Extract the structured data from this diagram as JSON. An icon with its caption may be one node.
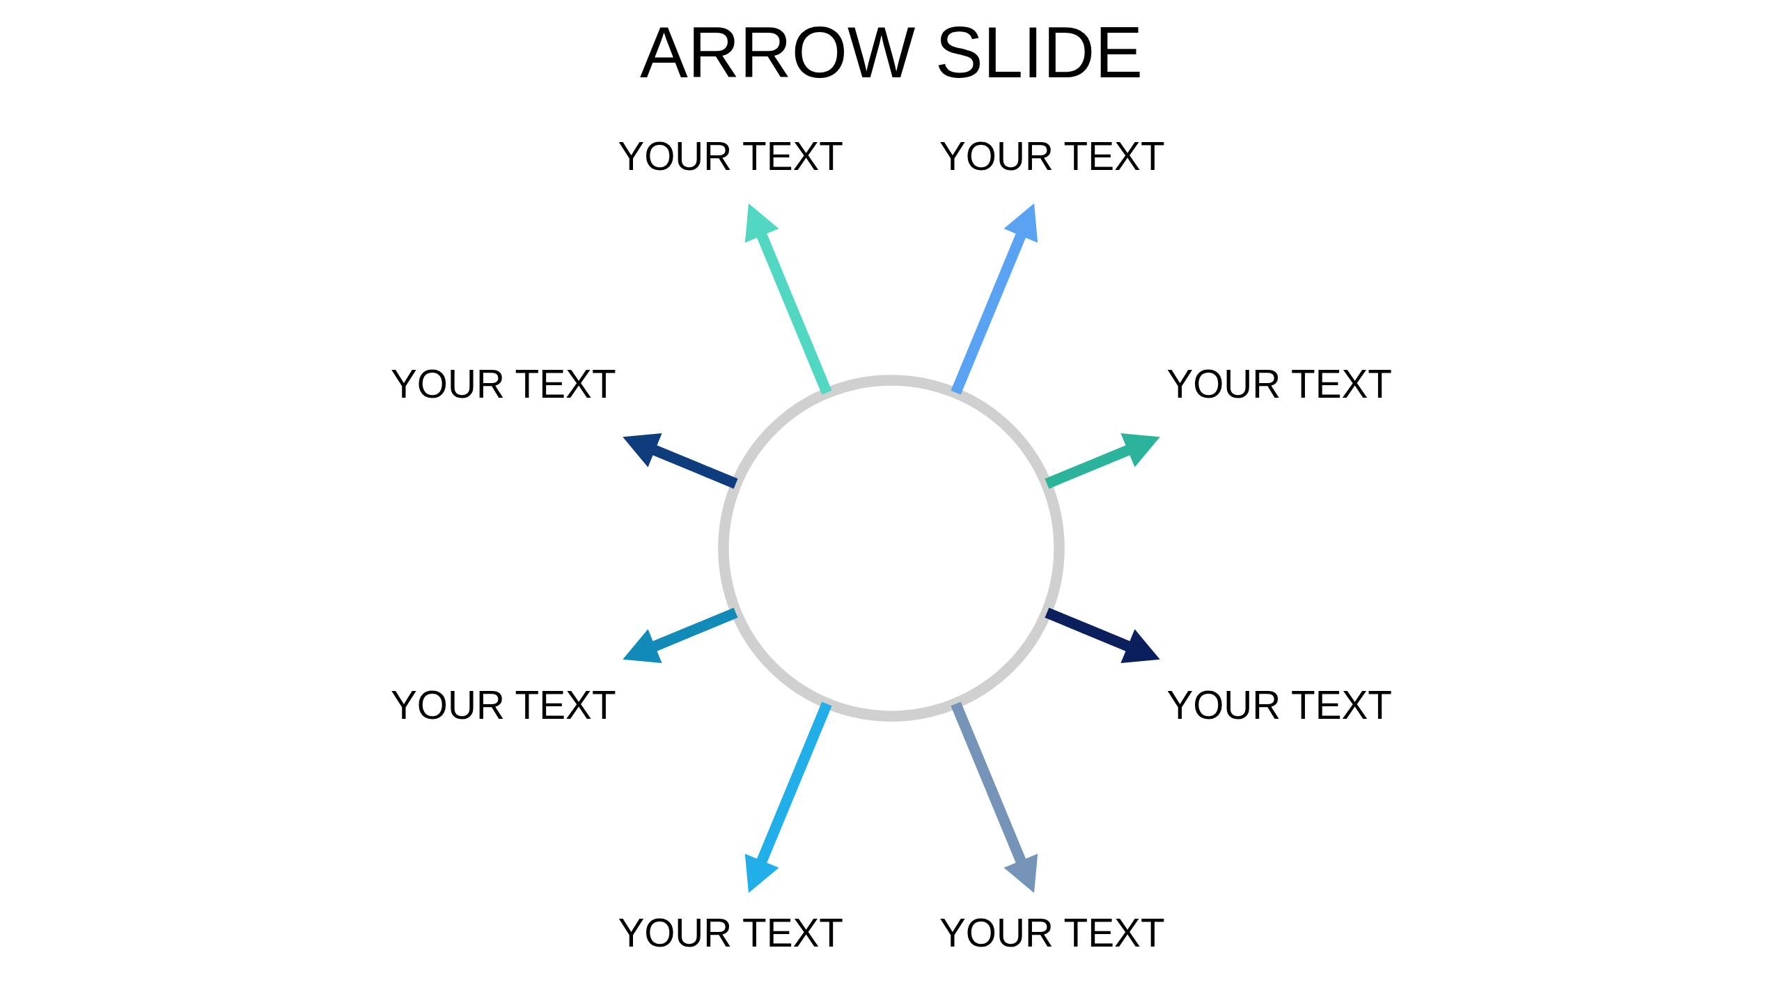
{
  "diagram": {
    "title": "ARROW SLIDE",
    "nodes": [
      {
        "text": [],
        "shape": "circle"
      },
      {
        "text": [
          "YOUR TEXT"
        ]
      },
      {
        "text": [
          "YOUR TEXT"
        ]
      },
      {
        "text": [
          "YOUR TEXT"
        ]
      },
      {
        "text": [
          "YOUR TEXT"
        ]
      },
      {
        "text": [
          "YOUR TEXT"
        ]
      },
      {
        "text": [
          "YOUR TEXT"
        ]
      },
      {
        "text": [
          "YOUR TEXT"
        ]
      },
      {
        "text": [
          "YOUR TEXT"
        ]
      }
    ],
    "edges": [
      {
        "from": 0,
        "to": 1,
        "arrow": "to",
        "color": "#2bb39b"
      },
      {
        "from": 0,
        "to": 3,
        "arrow": "to",
        "color": "#52d8c2"
      },
      {
        "from": 0,
        "to": 5,
        "arrow": "to",
        "color": "#138bb8"
      },
      {
        "from": 0,
        "to": 6,
        "arrow": "to",
        "color": "#22aee8"
      },
      {
        "from": 0,
        "to": 8,
        "arrow": "to",
        "color": "#0b1f5c"
      },
      {
        "from": 0,
        "to": 7,
        "arrow": "to",
        "color": "#7594b8"
      },
      {
        "from": 0,
        "to": 4,
        "arrow": "to",
        "color": "#0e3c7d"
      },
      {
        "from": 0,
        "to": 2,
        "arrow": "to",
        "color": "#5aa2f2"
      }
    ]
  }
}
